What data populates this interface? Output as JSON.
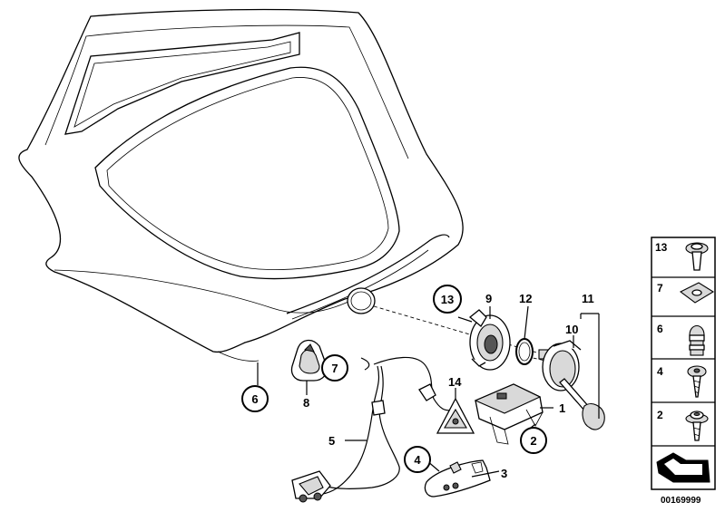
{
  "callouts": {
    "c1": "1",
    "c2": "2",
    "c3": "3",
    "c4": "4",
    "c5": "5",
    "c6": "6",
    "c7": "7",
    "c8": "8",
    "c9": "9",
    "c10": "10",
    "c11": "11",
    "c12": "12",
    "c13": "13",
    "c14": "14"
  },
  "legend": {
    "items": [
      {
        "number": "13",
        "icon": "expanding-rivet-icon"
      },
      {
        "number": "7",
        "icon": "clip-plate-icon"
      },
      {
        "number": "6",
        "icon": "rubber-buffer-icon"
      },
      {
        "number": "4",
        "icon": "screw-icon"
      },
      {
        "number": "2",
        "icon": "collar-screw-icon"
      }
    ]
  },
  "reference_number": "00169999"
}
